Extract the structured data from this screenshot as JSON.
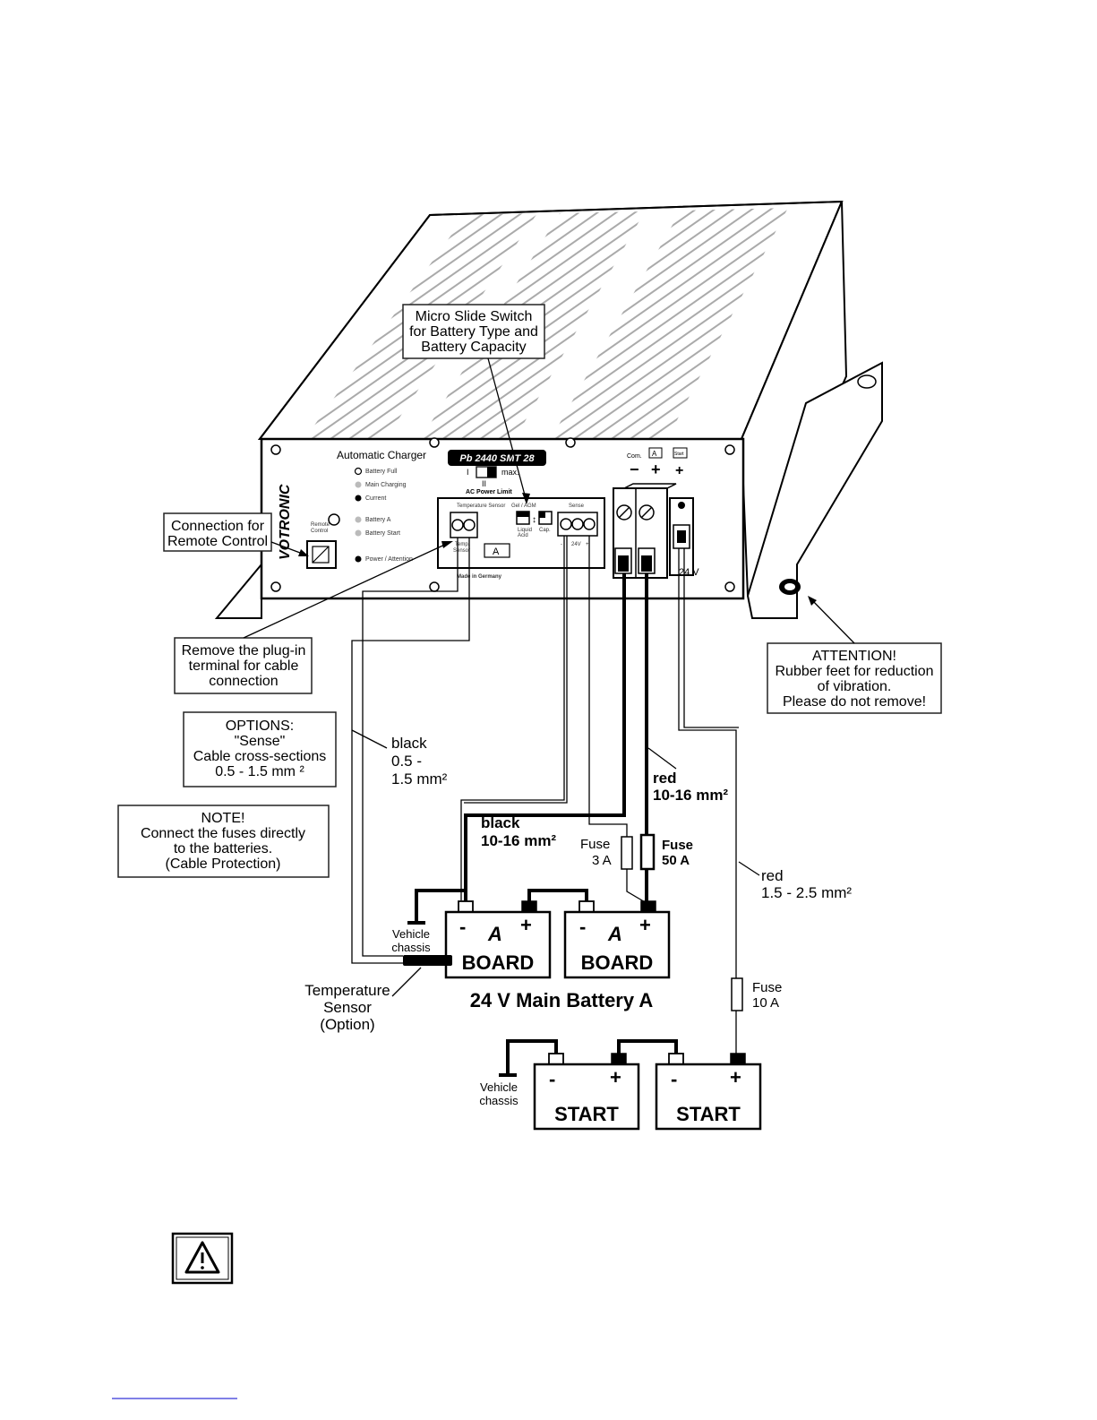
{
  "callouts": {
    "micro_switch": [
      "Micro Slide Switch",
      "for Battery Type and",
      "Battery Capacity"
    ],
    "remote_connection": [
      "Connection for",
      "Remote Control"
    ],
    "plugin_terminal": [
      "Remove the plug-in",
      "terminal for cable",
      "connection"
    ],
    "attention": [
      "ATTENTION!",
      "Rubber feet for reduction",
      "of vibration.",
      "Please do not remove!"
    ],
    "options": [
      "OPTIONS:",
      "\"Sense\"",
      "Cable cross-sections",
      "0.5 - 1.5 mm ²"
    ],
    "note": [
      "NOTE!",
      "Connect the fuses directly",
      "to the batteries.",
      "(Cable Protection)"
    ]
  },
  "panel": {
    "brand": "VOTRONIC",
    "title": "Automatic Charger",
    "model": "Pb 2440 SMT 28",
    "leds": [
      "Battery Full",
      "Main Charging",
      "Current",
      "Battery A",
      "Battery Start",
      "Power / Attention"
    ],
    "remote_label": [
      "Remote",
      "Control"
    ],
    "switch_I": "I",
    "switch_II": "II",
    "switch_max": "max.",
    "ac_power_limit": "AC  Power  Limit",
    "temp_sensor_label": "Temperature Sensor",
    "gel_agm": "Gel / AGM",
    "liquid_acid": [
      "Liquid",
      "Acid"
    ],
    "cap": "Cap.",
    "sense": "Sense",
    "temp_sensor_sub": [
      "Temp.",
      "Sensor"
    ],
    "sense_minus": "-",
    "sense_24v": "24V",
    "sense_plus": "+",
    "battery_a_mark": "A",
    "made_in": "Made in Germany",
    "term_com": "Com.",
    "term_a": "A",
    "term_start": "Start",
    "term_minus": "−",
    "term_plus_a": "+",
    "term_plus_start": "+",
    "voltage_24v": "24 V"
  },
  "wires": {
    "black_sense": [
      "black",
      "0.5 -",
      "1.5 mm²"
    ],
    "red_main": [
      "red",
      "10-16 mm²"
    ],
    "black_main": [
      "black",
      "10-16 mm²"
    ],
    "fuse_3a": [
      "Fuse",
      "3 A"
    ],
    "fuse_50a": [
      "Fuse",
      "50 A"
    ],
    "red_start": [
      "red",
      "1.5 - 2.5 mm²"
    ],
    "fuse_10a": [
      "Fuse",
      "10 A"
    ]
  },
  "batteries": {
    "main_label": "24 V Main Battery A",
    "board_name": "BOARD",
    "board_letter": "A",
    "start_name": "START",
    "minus": "-",
    "plus": "+",
    "vehicle_chassis": [
      "Vehicle",
      "chassis"
    ],
    "temperature_sensor": [
      "Temperature",
      "Sensor",
      "(Option)"
    ]
  }
}
